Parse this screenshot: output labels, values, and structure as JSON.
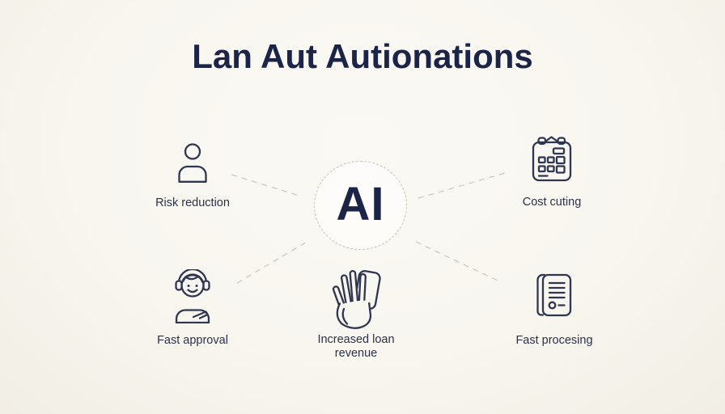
{
  "page": {
    "title": "Lan Aut Autionations",
    "background_color": "#f8f6f0",
    "ink_color": "#2e3650",
    "title_color": "#1c2547",
    "connector_color": "#c9c6bd"
  },
  "center": {
    "label": "AI"
  },
  "features": [
    {
      "id": "risk-reduction",
      "label": "Risk reduction",
      "icon": "person-icon"
    },
    {
      "id": "cost-cutting",
      "label": "Cost cuting",
      "icon": "calendar-icon"
    },
    {
      "id": "fast-approval",
      "label": "Fast approval",
      "icon": "support-agent-icon"
    },
    {
      "id": "increased-loan-revenue",
      "label": "Increased loan revenue",
      "icon": "hand-card-icon"
    },
    {
      "id": "fast-processing",
      "label": "Fast procesing",
      "icon": "document-icon"
    }
  ]
}
